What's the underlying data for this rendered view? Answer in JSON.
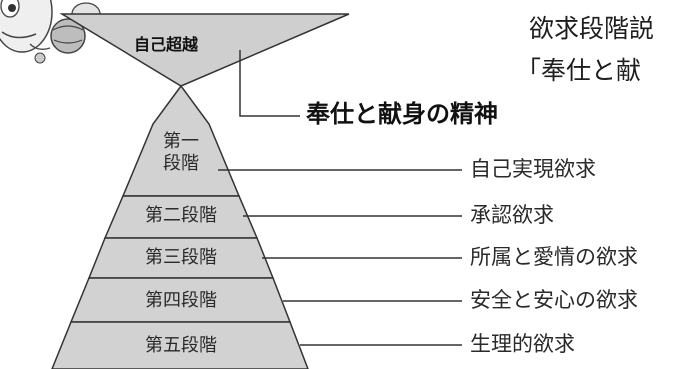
{
  "title_lines": [
    "欲求段階説",
    "「奉仕と献"
  ],
  "top_funnel": {
    "label": "自己超越",
    "callout": "奉仕と献身の精神"
  },
  "levels": [
    {
      "stage_line1": "第一",
      "stage_line2": "段階",
      "need": "自己実現欲求"
    },
    {
      "stage": "第二段階",
      "need": "承認欲求"
    },
    {
      "stage": "第三段階",
      "need": "所属と愛情の欲求"
    },
    {
      "stage": "第四段階",
      "need": "安全と安心の欲求"
    },
    {
      "stage": "第五段階",
      "need": "生理的欲求"
    }
  ],
  "colors": {
    "fill": "#d2d2d2",
    "line": "#333333",
    "background": "#ffffff"
  },
  "icons": {
    "corner_illustration": "cartoon-character-icon"
  }
}
